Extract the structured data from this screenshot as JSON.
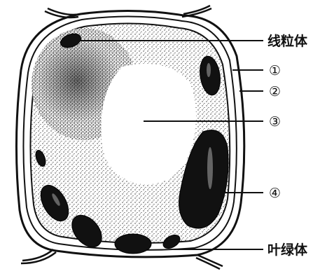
{
  "diagram": {
    "labels": {
      "mitochondrion": "线粒体",
      "marker_1": "①",
      "marker_2": "②",
      "marker_3": "③",
      "marker_4": "④",
      "chloroplast": "叶绿体"
    }
  }
}
